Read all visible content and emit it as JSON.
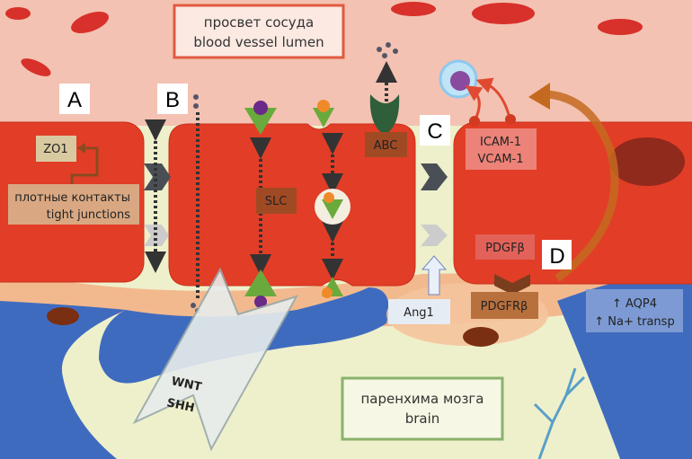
{
  "colors": {
    "lumen": "#f3c2b2",
    "endothelial_cell": "#e23d27",
    "astrocyte": "#3f6bbf",
    "parenchyma": "#eef0cc",
    "pericyte": "#f3b98e",
    "transporter": "#6aaa3c"
  },
  "title_box": {
    "line1": "просвет сосуда",
    "line2": "blood vessel lumen"
  },
  "brain_box": {
    "line1": "паренхима мозга",
    "line2": "brain"
  },
  "panel_letters": {
    "a": "A",
    "b": "B",
    "c": "C",
    "d": "D"
  },
  "labels": {
    "zo1": "ZO1",
    "tight_junctions_ru": "плотные контакты",
    "tight_junctions_en": "tight junctions",
    "slc": "SLC",
    "abc": "ABC",
    "icam": "ICAM-1",
    "vcam": "VCAM-1",
    "pdgfb": "PDGFβ",
    "pdgfrb": "PDGFRβ",
    "ang1": "Ang1",
    "aqp4": "↑ AQP4",
    "na_transp": "↑ Na+ transp",
    "wnt": "WNT",
    "shh": "SHH"
  }
}
